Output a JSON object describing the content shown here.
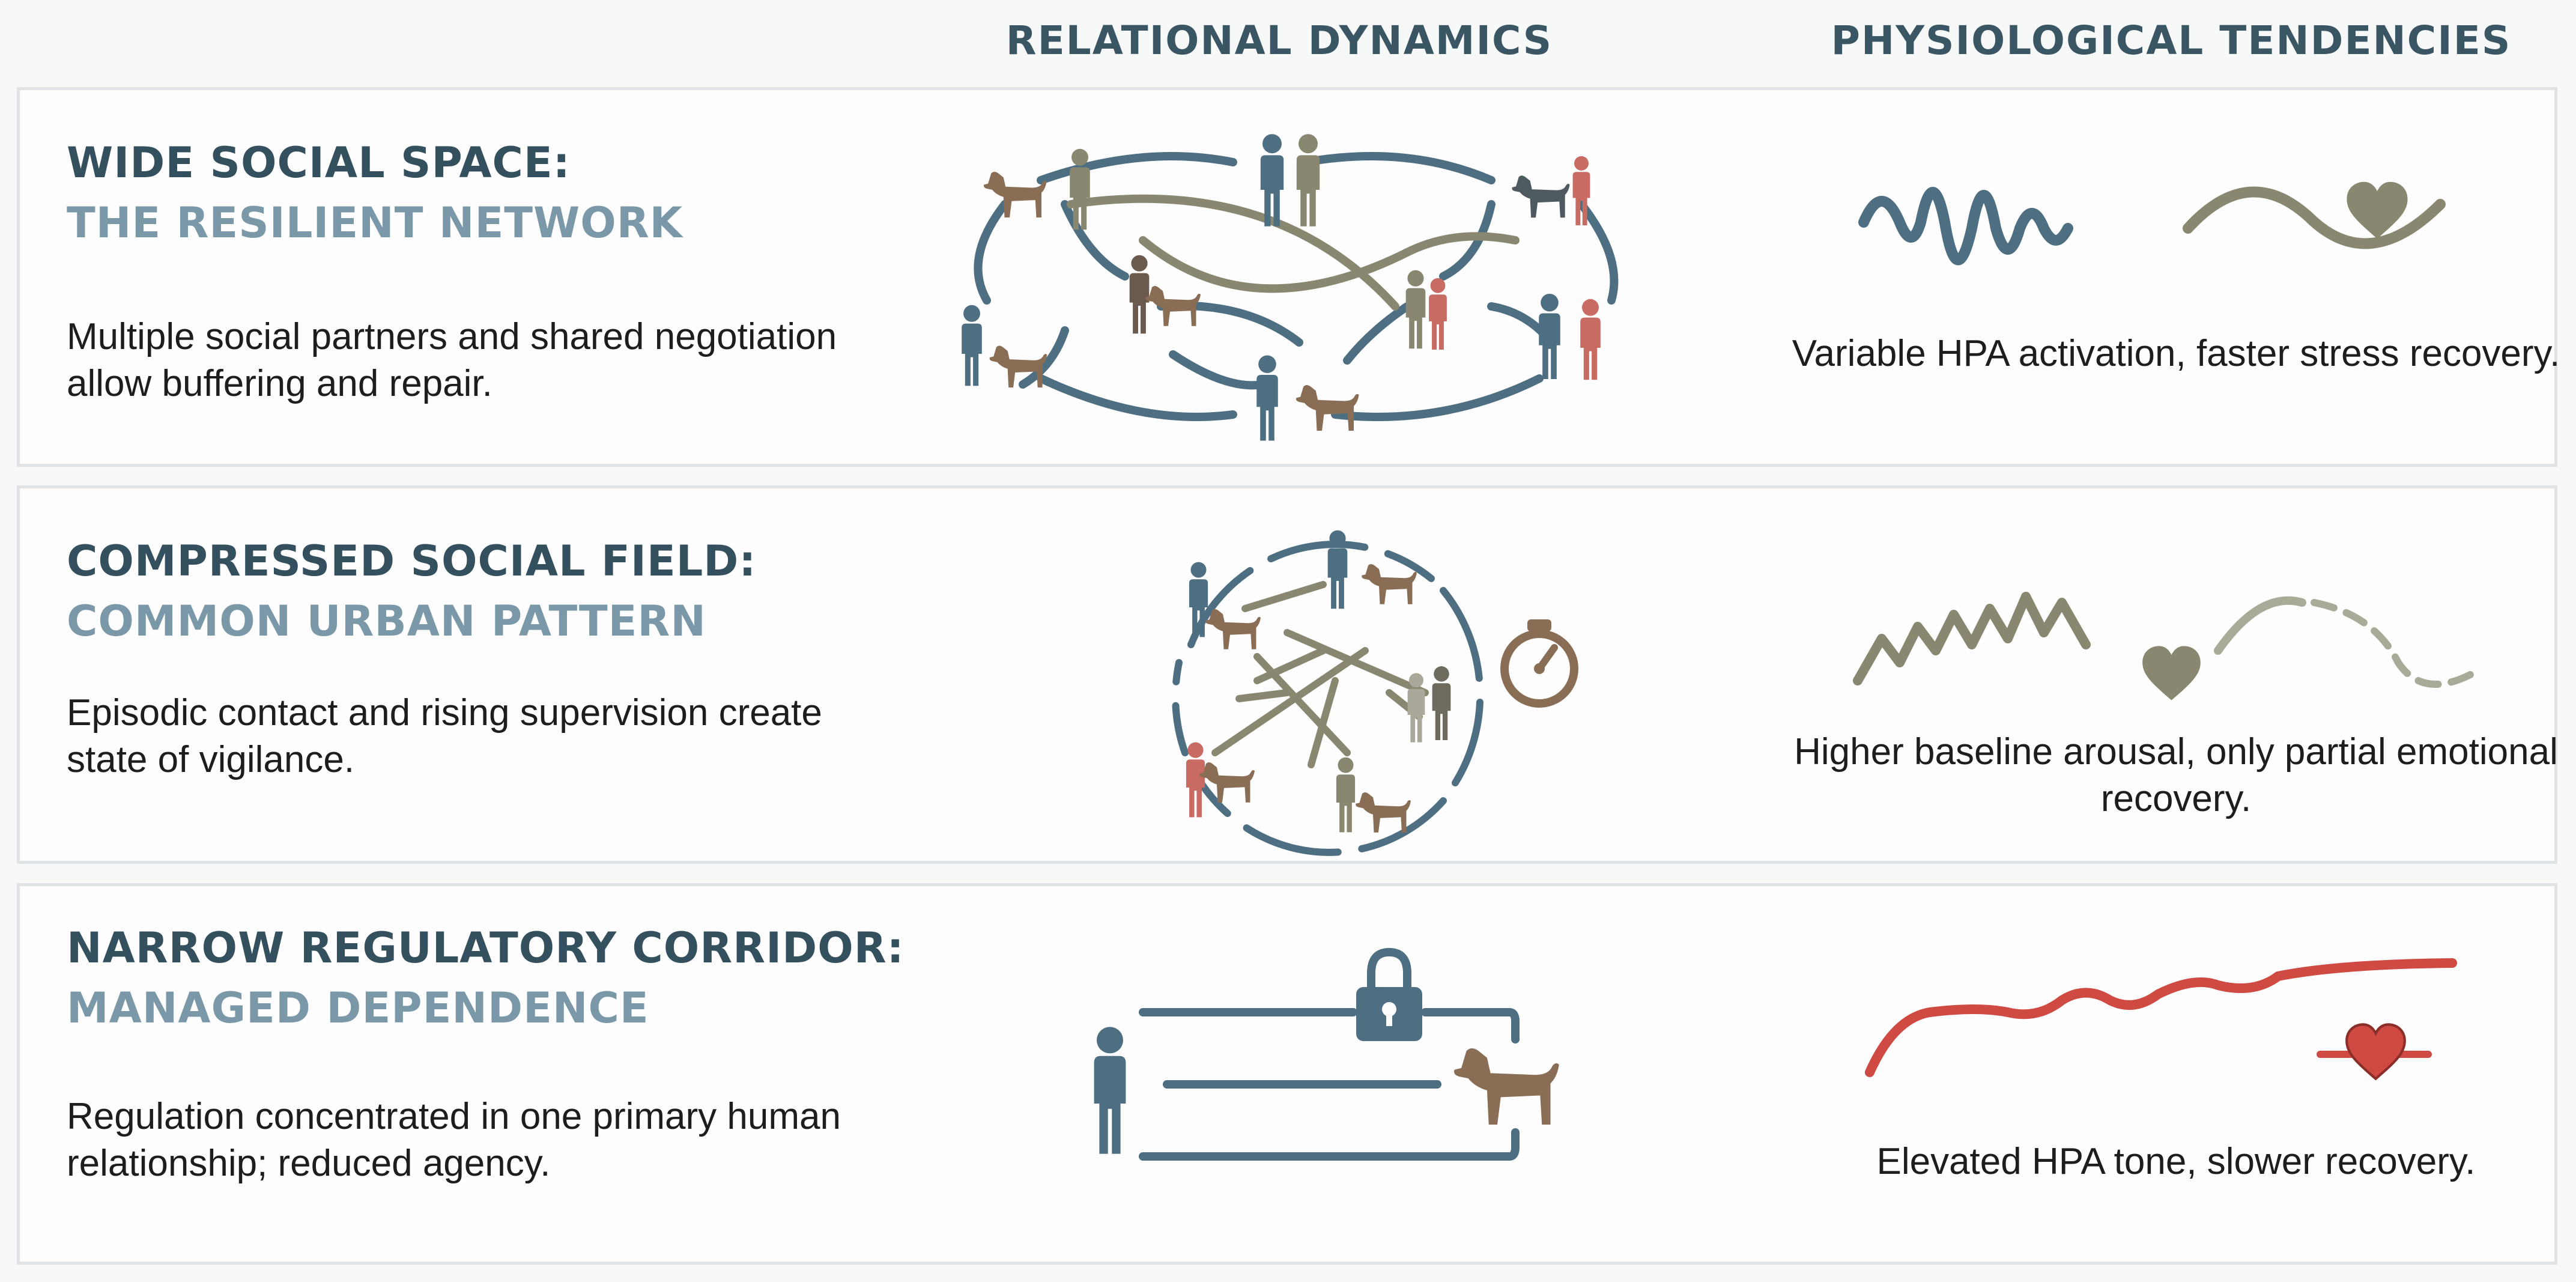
{
  "headers": {
    "relational": "RELATIONAL DYNAMICS",
    "physiological": "PHYSIOLOGICAL TENDENCIES"
  },
  "rows": [
    {
      "title": "WIDE SOCIAL SPACE:",
      "subtitle": "THE RESILIENT NETWORK",
      "description": "Multiple social partners and shared negotiation allow buffering and repair.",
      "physiology": "Variable HPA activation, faster stress recovery."
    },
    {
      "title": "COMPRESSED SOCIAL FIELD:",
      "subtitle": "COMMON URBAN PATTERN",
      "description": "Episodic contact and rising supervision create state of vigilance.",
      "physiology": "Higher baseline arousal, only partial emotional recovery."
    },
    {
      "title": "NARROW REGULATORY CORRIDOR:",
      "subtitle": "MANAGED DEPENDENCE",
      "description": "Regulation concentrated in one primary human relationship; reduced agency.",
      "physiology": "Elevated HPA tone, slower recovery."
    }
  ],
  "icons": [
    "person-icon",
    "dog-icon",
    "heart-icon",
    "stopwatch-icon",
    "padlock-icon"
  ],
  "colors": {
    "slate": "#4e6f82",
    "olive": "#8a8771",
    "terracotta": "#c86b63",
    "brown": "#8a6d55",
    "red": "#cf4a42",
    "header": "#3a5563"
  }
}
